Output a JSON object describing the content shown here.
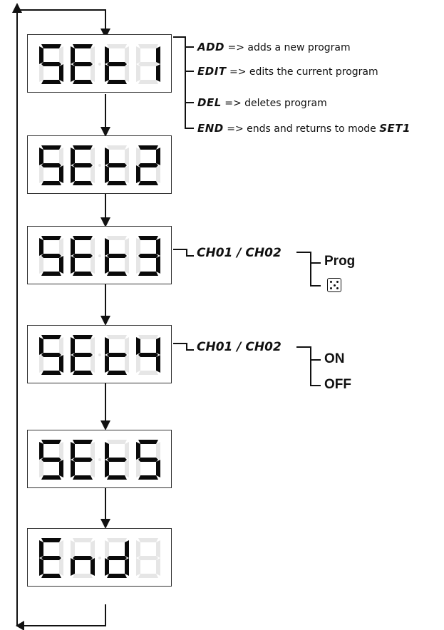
{
  "displays": [
    {
      "id": "set1",
      "text": "SEt1"
    },
    {
      "id": "set2",
      "text": "SEt2"
    },
    {
      "id": "set3",
      "text": "SEt3"
    },
    {
      "id": "set4",
      "text": "SEt4"
    },
    {
      "id": "set5",
      "text": "SEt5"
    },
    {
      "id": "end",
      "text": "End"
    }
  ],
  "set1_menu": [
    {
      "code": "ADD",
      "desc": "=> adds a new program"
    },
    {
      "code": "EDIT",
      "desc": "=> edits the current program"
    },
    {
      "code": "DEL",
      "desc": "=> deletes program"
    },
    {
      "code": "END",
      "desc": "=> ends and returns to mode",
      "tail": "SET1"
    }
  ],
  "set3": {
    "channel_label": "CH01 / CH02",
    "options": [
      "Prog"
    ],
    "icon": "dice-icon"
  },
  "set4": {
    "channel_label": "CH01 / CH02",
    "options": [
      "ON",
      "OFF"
    ]
  },
  "colors": {
    "segment_on": "#0a0a0a",
    "segment_off": "#e6e6e6",
    "line": "#111111"
  }
}
